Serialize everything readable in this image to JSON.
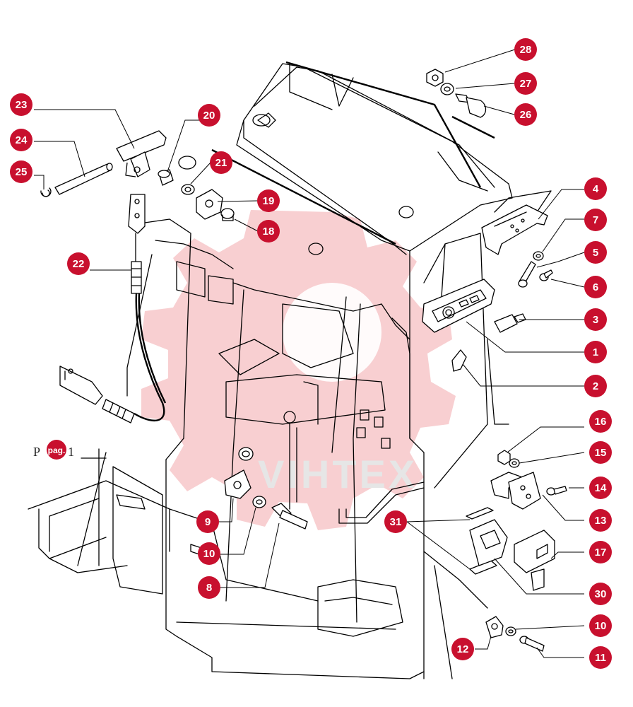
{
  "page_ref": {
    "prefix": "P",
    "badge": "pag.",
    "suffix": "1"
  },
  "watermark": {
    "text": "VIHTEX"
  },
  "callouts": [
    {
      "label": "28"
    },
    {
      "label": "27"
    },
    {
      "label": "26"
    },
    {
      "label": "23"
    },
    {
      "label": "20"
    },
    {
      "label": "24"
    },
    {
      "label": "21"
    },
    {
      "label": "25"
    },
    {
      "label": "19"
    },
    {
      "label": "18"
    },
    {
      "label": "4"
    },
    {
      "label": "7"
    },
    {
      "label": "5"
    },
    {
      "label": "6"
    },
    {
      "label": "22"
    },
    {
      "label": "3"
    },
    {
      "label": "1"
    },
    {
      "label": "2"
    },
    {
      "label": "16"
    },
    {
      "label": "15"
    },
    {
      "label": "14"
    },
    {
      "label": "9"
    },
    {
      "label": "13"
    },
    {
      "label": "31"
    },
    {
      "label": "10"
    },
    {
      "label": "17"
    },
    {
      "label": "8"
    },
    {
      "label": "30"
    },
    {
      "label": "10"
    },
    {
      "label": "12"
    },
    {
      "label": "11"
    }
  ]
}
